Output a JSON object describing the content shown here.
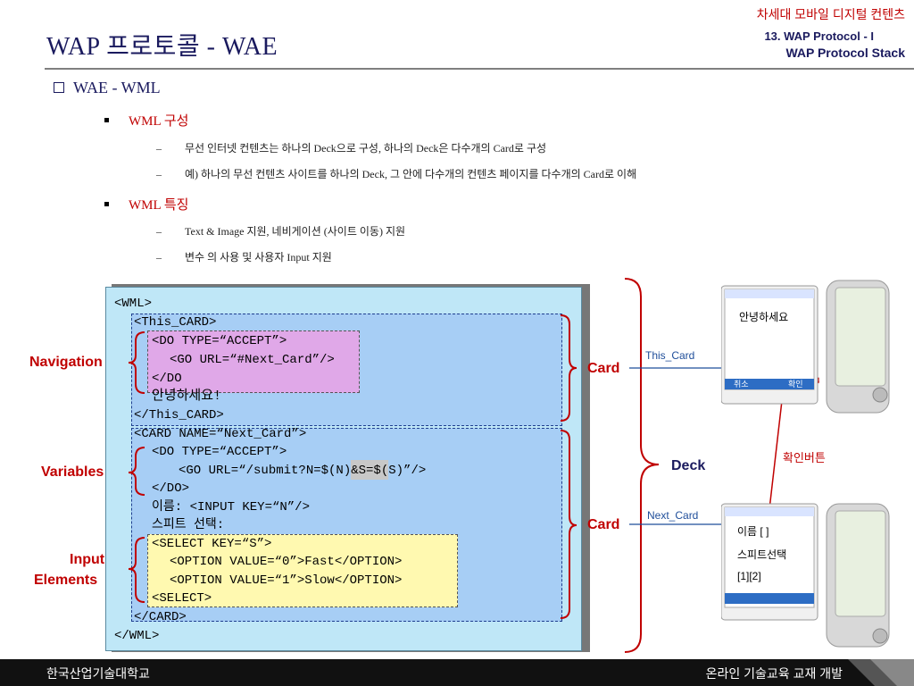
{
  "header": {
    "title": "WAP 프로토콜 - WAE",
    "course": "차세대 모바일 디지털 컨텐츠",
    "chapter": "13. WAP Protocol - I",
    "section": "WAP Protocol Stack"
  },
  "outline": {
    "heading": "WAE - WML",
    "groups": [
      {
        "title": "WML 구성",
        "items": [
          "무선 인터넷 컨텐츠는 하나의 Deck으로 구성, 하나의 Deck은 다수개의 Card로 구성",
          "예) 하나의 무선 컨텐츠 사이트를 하나의 Deck, 그 안에 다수개의 컨텐츠 페이지를 다수개의 Card로 이해"
        ]
      },
      {
        "title": "WML 특징",
        "items": [
          "Text & Image 지원, 네비게이션 (사이트 이동) 지원",
          "변수 의 사용 및 사용자 Input 지원"
        ]
      }
    ]
  },
  "code": {
    "lines": [
      "<WML>",
      "<This_CARD>",
      "<DO TYPE=“ACCEPT”>",
      "<GO URL=“#Next_Card”/>",
      "</DO",
      "안녕하세요!",
      "</This_CARD>",
      "<CARD NAME=“Next_Card”>",
      "<DO TYPE=“ACCEPT”>",
      "<GO URL=“/submit?N=$(N)&S=$(S)”/>",
      "</DO>",
      "이름: <INPUT KEY=“N”/>",
      "스피트 선택:",
      "<SELECT KEY=“S”>",
      "<OPTION VALUE=“0”>Fast</OPTION>",
      "<OPTION VALUE=“1”>Slow</OPTION>",
      "<SELECT>",
      "</CARD>",
      "</WML>"
    ]
  },
  "labels": {
    "navigation": "Navigation",
    "variables": "Variables",
    "input_line1": "Input",
    "input_line2": "Elements",
    "card_top": "Card",
    "card_bottom": "Card",
    "deck": "Deck",
    "this_card": "This_Card",
    "next_card": "Next_Card",
    "confirm_button": "확인버튼"
  },
  "phone1": {
    "screen_text": "안녕하세요",
    "left_soft": "취소",
    "right_soft": "확인"
  },
  "phone2": {
    "line1": "이름 [ ]",
    "line2": "스피트선택",
    "line3": "[1][2]"
  },
  "footer": {
    "left": "한국산업기술대학교",
    "right": "온라인 기술교육 교재 개발"
  },
  "colors": {
    "title_blue": "#1a1a5e",
    "accent_red": "#c00000",
    "code_bg": "#bfe7f7",
    "card_bg": "#a7cef5",
    "nav_bg": "#e0a8e8",
    "input_bg": "#fff9b0"
  }
}
